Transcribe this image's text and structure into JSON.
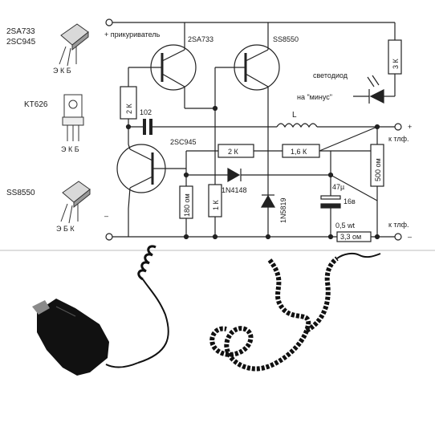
{
  "legend": {
    "pair_2sa_line1": "2SA733",
    "pair_2sa_line2": "2SC945",
    "pair_2sa_pins": "Э К Б",
    "kt626": "KT626",
    "kt626_pins": "Э К Б",
    "ss8550": "SS8550",
    "ss8550_pins": "Э Б К"
  },
  "schematic": {
    "plus_input": "+ прикуриватель",
    "minus_input": "–",
    "q_top_left": "2SA733",
    "q_top_right": "SS8550",
    "q_bottom": "2SC945",
    "r_top_left": "2 К",
    "r_right_top": "3 К",
    "cap_102": "102",
    "inductor": "L",
    "r_2k_mid": "2 К",
    "r_16k": "1,6 К",
    "r_500": "500 ом",
    "r_180": "180 ом",
    "r_1k": "1 К",
    "diode_1n4148": "1N4148",
    "diode_1n5819": "1N5819",
    "cap_47u": "47µ",
    "cap_16v": "16в",
    "r_wattage": "0,5 wt",
    "r_3_3": "3,3 ом",
    "led_label_1": "светодиод",
    "led_label_2": "на \"минус\"",
    "out_plus": "+",
    "out_plus_label": "к тлф.",
    "out_minus_label": "к тлф.",
    "out_minus": "–"
  }
}
